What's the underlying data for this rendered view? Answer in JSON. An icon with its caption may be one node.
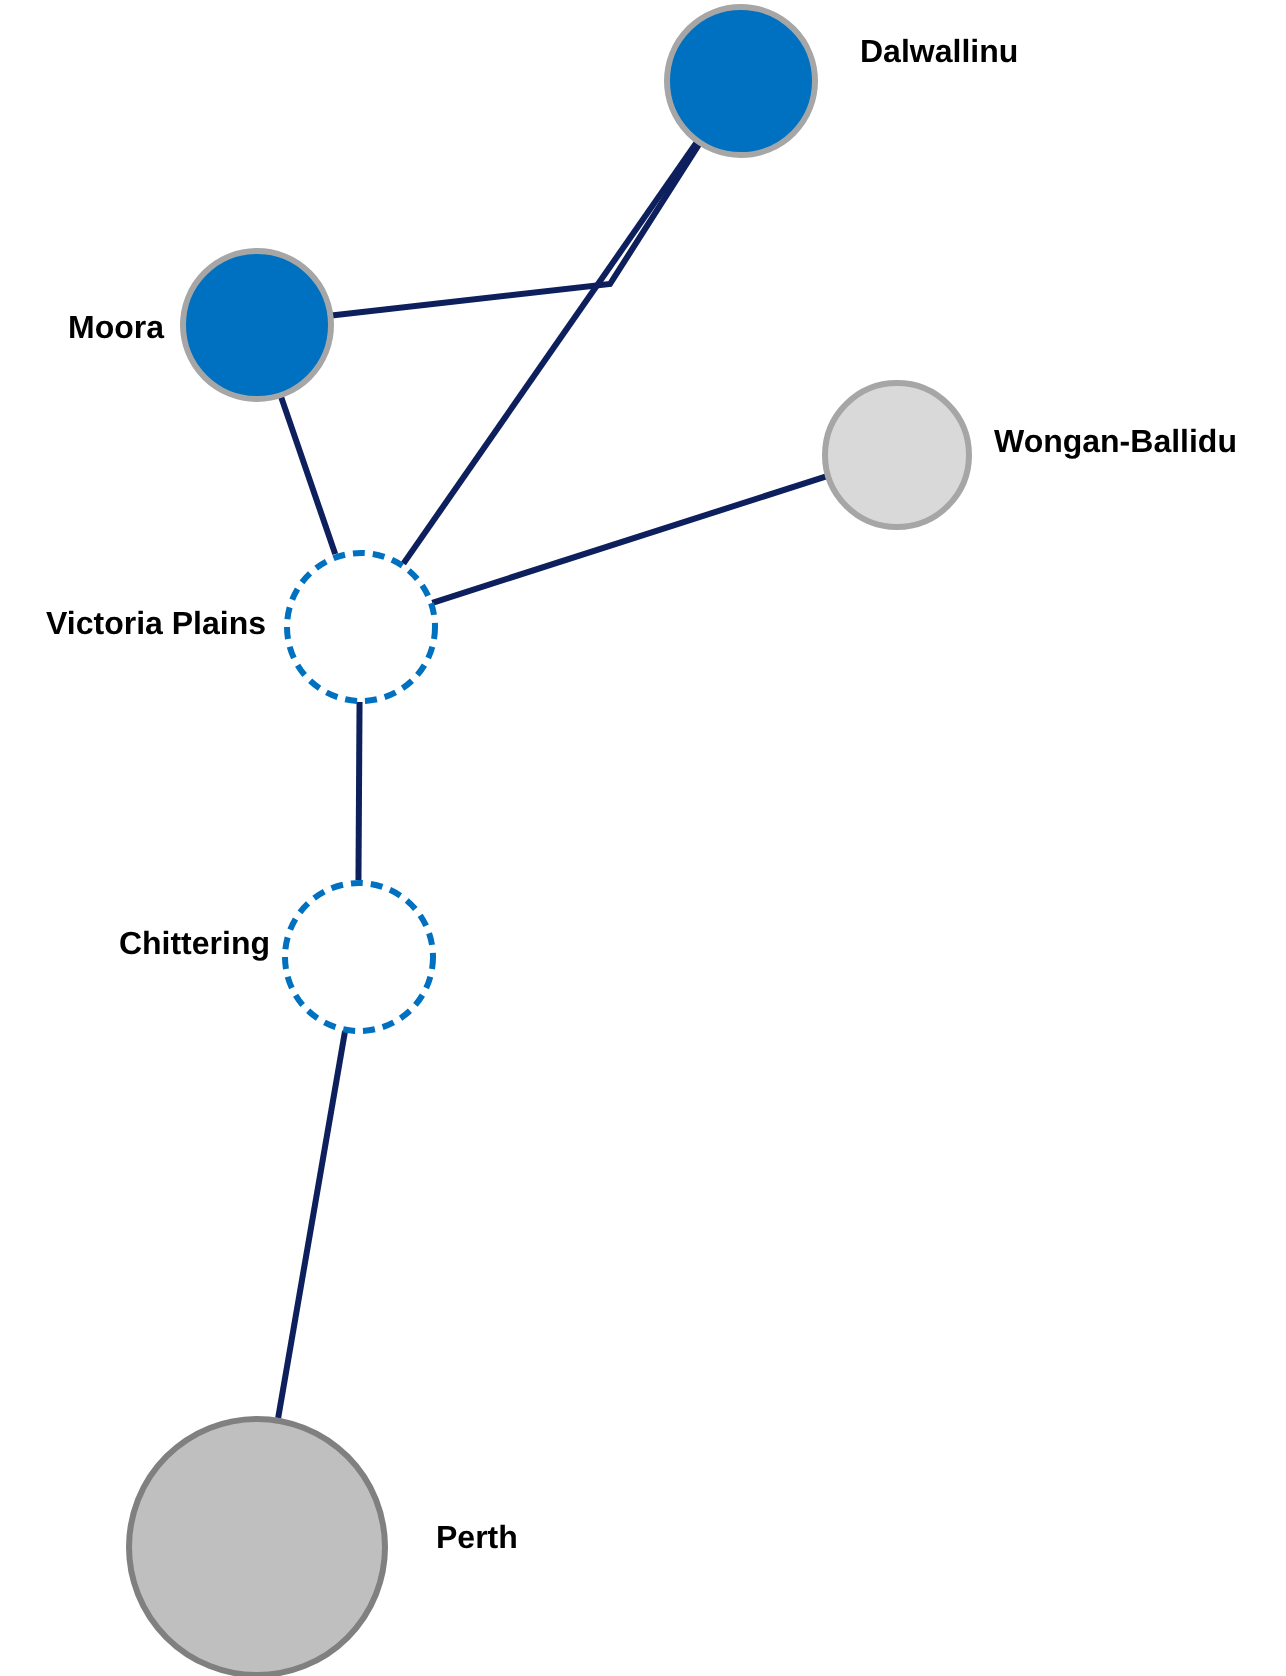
{
  "diagram": {
    "nodes": [
      {
        "text": [
          "Dalwallinu"
        ]
      },
      {
        "text": [
          "Moora"
        ]
      },
      {
        "text": [
          "Wongan-Ballidu"
        ]
      },
      {
        "text": [
          "Victoria Plains"
        ]
      },
      {
        "text": [
          "Chittering"
        ]
      },
      {
        "text": [
          "Perth"
        ]
      }
    ],
    "edges": [
      {
        "from": 1,
        "to": 0,
        "arrow": "none"
      },
      {
        "from": 0,
        "to": 3,
        "arrow": "none"
      },
      {
        "from": 1,
        "to": 3,
        "arrow": "none"
      },
      {
        "from": 2,
        "to": 3,
        "arrow": "none"
      },
      {
        "from": 3,
        "to": 4,
        "arrow": "none"
      },
      {
        "from": 4,
        "to": 5,
        "arrow": "none"
      }
    ]
  }
}
